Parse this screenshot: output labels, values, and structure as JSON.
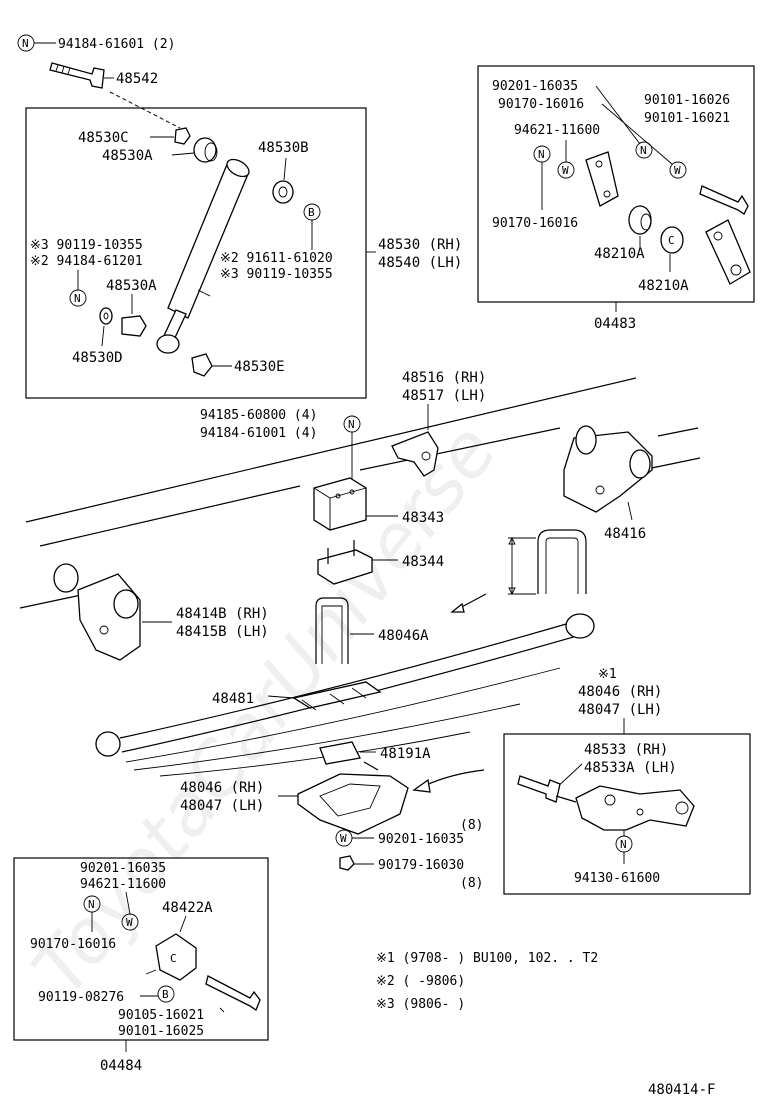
{
  "watermark": "ToyotaCarUniverse",
  "diagram_code": "480414-F",
  "shock_assembly": {
    "labels": {
      "bolt_nut_qty": "94184-61601 (2)",
      "bolt": "48542",
      "c": "48530C",
      "a_top": "48530A",
      "b": "48530B",
      "note3_a": "※3 90119-10355",
      "note2_a": "※2 94184-61201",
      "note2_b": "※2 91611-61020",
      "note3_b": "※3 90119-10355",
      "a_bottom": "48530A",
      "d": "48530D",
      "e": "48530E",
      "rh": "48530 (RH)",
      "lh": "48540 (LH)"
    }
  },
  "shackle_kit": {
    "code": "04483",
    "labels": {
      "p1": "90201-16035",
      "p2": "90170-16016",
      "p3": "94621-11600",
      "p4": "90170-16016",
      "p5": "90101-16026",
      "p6": "90101-16021",
      "bush1": "48210A",
      "bush2": "48210A"
    }
  },
  "frame_parts": {
    "bolt_1": "94185-60800 (4)",
    "bolt_2": "94184-61001 (4)",
    "bracket_rh": "48516 (RH)",
    "bracket_lh": "48517 (LH)",
    "bumper": "48343",
    "stopper": "48344",
    "hanger": "48416",
    "shackle_rh": "48414B (RH)",
    "shackle_lh": "48415B (LH)",
    "ubolt": "48046A",
    "pad": "48481",
    "spacer": "48191A",
    "seat_rh": "48046 (RH)",
    "seat_lh": "48047 (LH)",
    "washer": "90201-16035",
    "qty_8a": "(8)",
    "nut": "90179-16030",
    "qty_8b": "(8)"
  },
  "note1_box": {
    "mark": "※1",
    "spring_rh": "48046 (RH)",
    "spring_lh": "48047 (LH)",
    "pin_rh": "48533 (RH)",
    "pin_lh": "48533A (LH)",
    "nut": "94130-61600"
  },
  "bracket_kit": {
    "code": "04484",
    "labels": {
      "p1": "90201-16035",
      "p2": "94621-11600",
      "p3": "90170-16016",
      "bracket": "48422A",
      "p4": "90119-08276",
      "p5": "90105-16021",
      "p6": "90101-16025"
    }
  },
  "notes": [
    "※1 (9708-      ) BU100, 102. . T2",
    "※2 (      -9806)",
    "※3 (9806-      )"
  ],
  "symbols": {
    "n": "N",
    "w": "W",
    "b": "B",
    "c": "C"
  }
}
